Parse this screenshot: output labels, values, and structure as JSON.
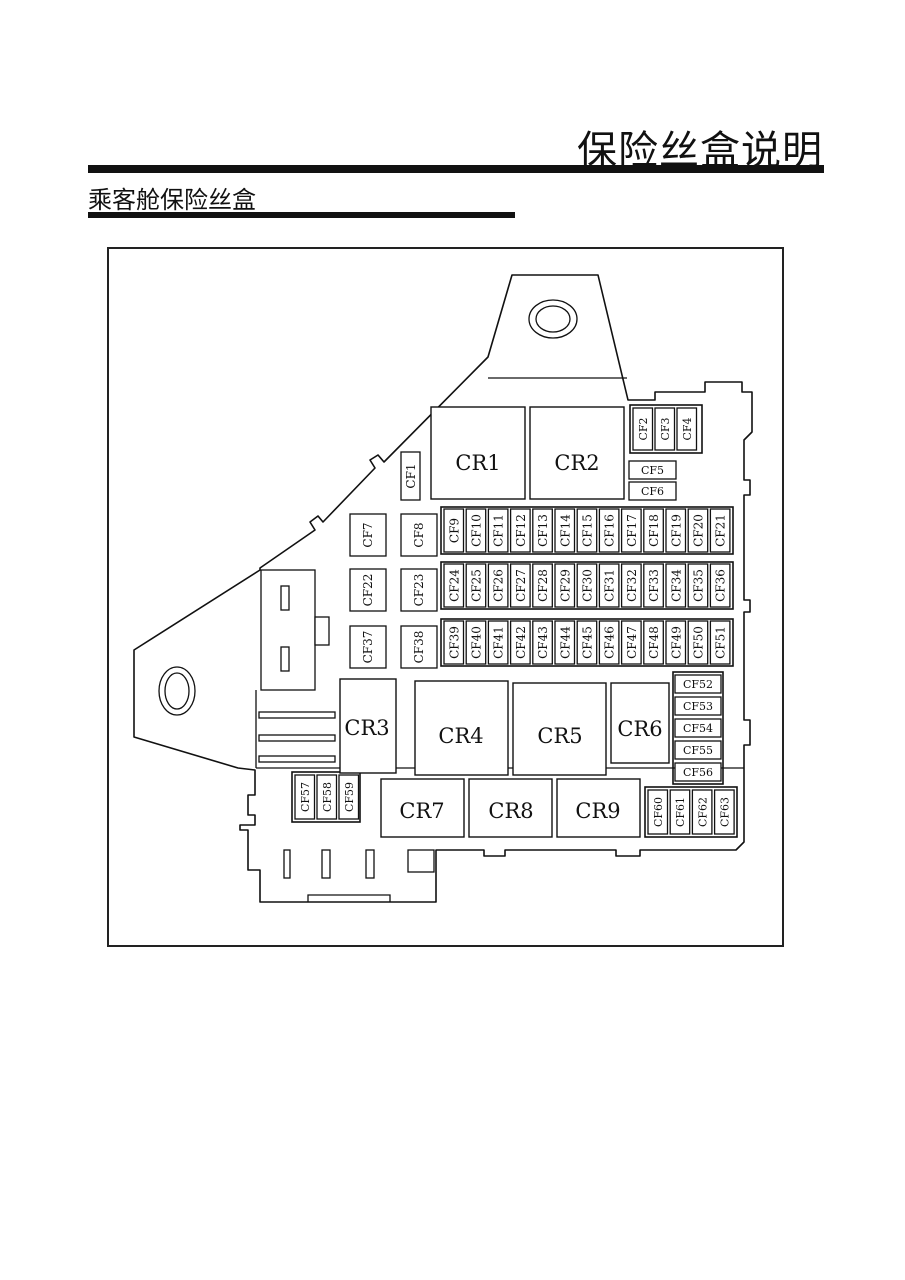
{
  "header": {
    "page_title": "保险丝盒说明"
  },
  "section": {
    "title": "乘客舱保险丝盒"
  },
  "diagram": {
    "relays": {
      "cr1": "CR1",
      "cr2": "CR2",
      "cr3": "CR3",
      "cr4": "CR4",
      "cr5": "CR5",
      "cr6": "CR6",
      "cr7": "CR7",
      "cr8": "CR8",
      "cr9": "CR9"
    },
    "fuses": {
      "single": {
        "cf1": "CF1",
        "cf7": "CF7",
        "cf8": "CF8",
        "cf22": "CF22",
        "cf23": "CF23",
        "cf37": "CF37",
        "cf38": "CF38"
      },
      "top_right": [
        "CF2",
        "CF3",
        "CF4"
      ],
      "cf5_6": [
        "CF5",
        "CF6"
      ],
      "row1": [
        "CF9",
        "CF10",
        "CF11",
        "CF12",
        "CF13",
        "CF14",
        "CF15",
        "CF16",
        "CF17",
        "CF18",
        "CF19",
        "CF20",
        "CF21"
      ],
      "row2": [
        "CF24",
        "CF25",
        "CF26",
        "CF27",
        "CF28",
        "CF29",
        "CF30",
        "CF31",
        "CF32",
        "CF33",
        "CF34",
        "CF35",
        "CF36"
      ],
      "row3": [
        "CF39",
        "CF40",
        "CF41",
        "CF42",
        "CF43",
        "CF44",
        "CF45",
        "CF46",
        "CF47",
        "CF48",
        "CF49",
        "CF50",
        "CF51"
      ],
      "right_stack": [
        "CF52",
        "CF53",
        "CF54",
        "CF55",
        "CF56"
      ],
      "bottom_left": [
        "CF57",
        "CF58",
        "CF59"
      ],
      "bottom_right": [
        "CF60",
        "CF61",
        "CF62",
        "CF63"
      ]
    }
  }
}
